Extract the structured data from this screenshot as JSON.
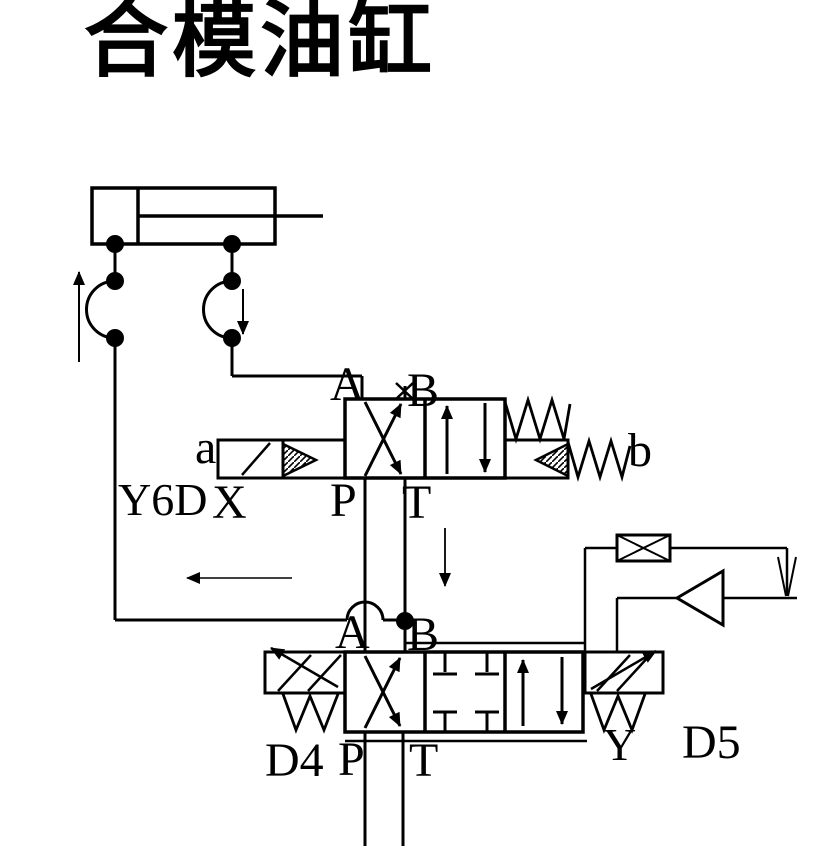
{
  "title": "合模油缸",
  "colors": {
    "line": "#000000",
    "background": "#ffffff"
  },
  "valve1": {
    "id_label": "Y6D",
    "solenoid_a_label": "a",
    "solenoid_b_label": "b",
    "pilot_x_label": "X",
    "port_a_label": "A",
    "port_b_label": "B",
    "port_p_label": "P",
    "port_t_label": "T"
  },
  "valve2": {
    "solenoid_left_label": "D4",
    "solenoid_right_label": "D5",
    "drain_y_label": "Y",
    "port_a_label": "A",
    "port_b_label": "B",
    "port_p_label": "P",
    "port_t_label": "T"
  }
}
